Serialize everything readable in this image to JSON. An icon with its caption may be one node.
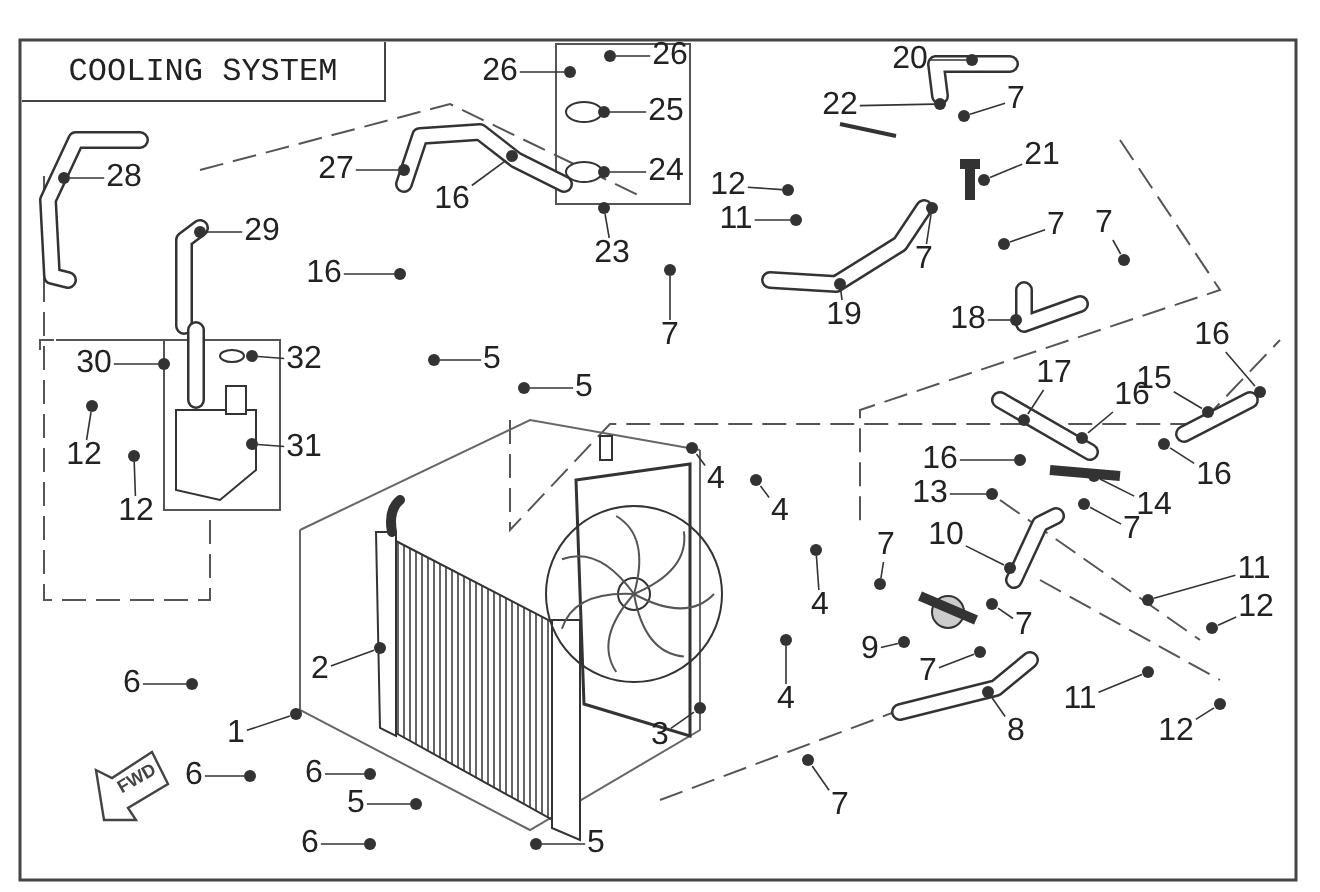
{
  "diagram": {
    "title": "COOLING SYSTEM",
    "nodes": [
      {
        "text": [
          "26"
        ]
      },
      {
        "text": [
          "26"
        ]
      },
      {
        "text": [
          "20"
        ]
      },
      {
        "text": [
          "25"
        ]
      },
      {
        "text": [
          "22"
        ]
      },
      {
        "text": [
          "7"
        ]
      },
      {
        "text": [
          "28"
        ]
      },
      {
        "text": [
          "27"
        ]
      },
      {
        "text": [
          "16"
        ]
      },
      {
        "text": [
          "24"
        ]
      },
      {
        "text": [
          "21"
        ]
      },
      {
        "text": [
          "12"
        ]
      },
      {
        "text": [
          "11"
        ]
      },
      {
        "text": [
          "29"
        ]
      },
      {
        "text": [
          "7"
        ]
      },
      {
        "text": [
          "7"
        ]
      },
      {
        "text": [
          "7"
        ]
      },
      {
        "text": [
          "23"
        ]
      },
      {
        "text": [
          "16"
        ]
      },
      {
        "text": [
          "19"
        ]
      },
      {
        "text": [
          "18"
        ]
      },
      {
        "text": [
          "7"
        ]
      },
      {
        "text": [
          "5"
        ]
      },
      {
        "text": [
          "5"
        ]
      },
      {
        "text": [
          "30"
        ]
      },
      {
        "text": [
          "32"
        ]
      },
      {
        "text": [
          "16"
        ]
      },
      {
        "text": [
          "17"
        ]
      },
      {
        "text": [
          "15"
        ]
      },
      {
        "text": [
          "16"
        ]
      },
      {
        "text": [
          "31"
        ]
      },
      {
        "text": [
          "12"
        ]
      },
      {
        "text": [
          "12"
        ]
      },
      {
        "text": [
          "4"
        ]
      },
      {
        "text": [
          "4"
        ]
      },
      {
        "text": [
          "4"
        ]
      },
      {
        "text": [
          "4"
        ]
      },
      {
        "text": [
          "16"
        ]
      },
      {
        "text": [
          "16"
        ]
      },
      {
        "text": [
          "14"
        ]
      },
      {
        "text": [
          "13"
        ]
      },
      {
        "text": [
          "7"
        ]
      },
      {
        "text": [
          "10"
        ]
      },
      {
        "text": [
          "7"
        ]
      },
      {
        "text": [
          "11"
        ]
      },
      {
        "text": [
          "7"
        ]
      },
      {
        "text": [
          "12"
        ]
      },
      {
        "text": [
          "9"
        ]
      },
      {
        "text": [
          "2"
        ]
      },
      {
        "text": [
          "6"
        ]
      },
      {
        "text": [
          "7"
        ]
      },
      {
        "text": [
          "1"
        ]
      },
      {
        "text": [
          "3"
        ]
      },
      {
        "text": [
          "8"
        ]
      },
      {
        "text": [
          "11"
        ]
      },
      {
        "text": [
          "12"
        ]
      },
      {
        "text": [
          "6"
        ]
      },
      {
        "text": [
          "6"
        ]
      },
      {
        "text": [
          "5"
        ]
      },
      {
        "text": [
          "7"
        ]
      },
      {
        "text": [
          "6"
        ]
      },
      {
        "text": [
          "5"
        ]
      },
      {
        "text": [],
        "shape": "circle"
      },
      {
        "text": [],
        "shape": "circle"
      },
      {
        "text": [],
        "shape": "circle"
      },
      {
        "text": [],
        "shape": "circle"
      },
      {
        "text": [],
        "shape": "circle"
      },
      {
        "text": [],
        "shape": "circle"
      },
      {
        "text": [],
        "shape": "circle"
      },
      {
        "text": [],
        "shape": "circle"
      },
      {
        "text": [],
        "shape": "circle"
      },
      {
        "text": [],
        "shape": "circle"
      },
      {
        "text": [],
        "shape": "circle"
      },
      {
        "text": [],
        "shape": "circle"
      },
      {
        "text": [],
        "shape": "circle"
      },
      {
        "text": [],
        "shape": "circle"
      },
      {
        "text": [],
        "shape": "circle"
      },
      {
        "text": [],
        "shape": "circle"
      },
      {
        "text": [],
        "shape": "circle"
      },
      {
        "text": [],
        "shape": "circle"
      },
      {
        "text": [],
        "shape": "circle"
      },
      {
        "text": [],
        "shape": "circle"
      },
      {
        "text": [],
        "shape": "circle"
      },
      {
        "text": [],
        "shape": "circle"
      },
      {
        "text": [],
        "shape": "circle"
      },
      {
        "text": [],
        "shape": "circle"
      },
      {
        "text": [],
        "shape": "circle"
      },
      {
        "text": [],
        "shape": "circle"
      },
      {
        "text": [],
        "shape": "circle"
      },
      {
        "text": [],
        "shape": "circle"
      },
      {
        "text": [],
        "shape": "circle"
      },
      {
        "text": [],
        "shape": "circle"
      },
      {
        "text": [],
        "shape": "circle"
      },
      {
        "text": [],
        "shape": "circle"
      },
      {
        "text": [],
        "shape": "circle"
      },
      {
        "text": [],
        "shape": "circle"
      },
      {
        "text": [],
        "shape": "circle"
      },
      {
        "text": [],
        "shape": "circle"
      },
      {
        "text": [],
        "shape": "circle"
      },
      {
        "text": [],
        "shape": "circle"
      },
      {
        "text": [],
        "shape": "circle"
      },
      {
        "text": [],
        "shape": "circle"
      },
      {
        "text": [],
        "shape": "circle"
      },
      {
        "text": [],
        "shape": "circle"
      },
      {
        "text": [],
        "shape": "circle"
      },
      {
        "text": [],
        "shape": "circle"
      },
      {
        "text": [],
        "shape": "circle"
      },
      {
        "text": [],
        "shape": "circle"
      },
      {
        "text": [],
        "shape": "circle"
      },
      {
        "text": [],
        "shape": "circle"
      },
      {
        "text": [],
        "shape": "circle"
      },
      {
        "text": [],
        "shape": "circle"
      },
      {
        "text": [],
        "shape": "circle"
      },
      {
        "text": [],
        "shape": "circle"
      },
      {
        "text": [],
        "shape": "circle"
      },
      {
        "text": [],
        "shape": "circle"
      },
      {
        "text": [],
        "shape": "circle"
      },
      {
        "text": [],
        "shape": "circle"
      },
      {
        "text": [],
        "shape": "circle"
      },
      {
        "text": [],
        "shape": "circle"
      },
      {
        "text": [],
        "shape": "circle"
      },
      {
        "text": [],
        "shape": "circle"
      },
      {
        "text": [],
        "shape": "circle"
      },
      {
        "text": [],
        "shape": "circle"
      }
    ],
    "edges": [
      {
        "from": 0,
        "to": 62,
        "arrow": "none"
      },
      {
        "from": 1,
        "to": 63,
        "arrow": "none"
      },
      {
        "from": 2,
        "to": 64,
        "arrow": "none"
      },
      {
        "from": 3,
        "to": 65,
        "arrow": "none"
      },
      {
        "from": 4,
        "to": 66,
        "arrow": "none"
      },
      {
        "from": 5,
        "to": 67,
        "arrow": "none"
      },
      {
        "from": 6,
        "to": 68,
        "arrow": "none"
      },
      {
        "from": 7,
        "to": 69,
        "arrow": "none"
      },
      {
        "from": 8,
        "to": 70,
        "arrow": "none"
      },
      {
        "from": 9,
        "to": 71,
        "arrow": "none"
      },
      {
        "from": 10,
        "to": 72,
        "arrow": "none"
      },
      {
        "from": 11,
        "to": 73,
        "arrow": "none"
      },
      {
        "from": 12,
        "to": 74,
        "arrow": "none"
      },
      {
        "from": 13,
        "to": 75,
        "arrow": "none"
      },
      {
        "from": 14,
        "to": 76,
        "arrow": "none"
      },
      {
        "from": 15,
        "to": 77,
        "arrow": "none"
      },
      {
        "from": 16,
        "to": 78,
        "arrow": "none"
      },
      {
        "from": 17,
        "to": 79,
        "arrow": "none"
      },
      {
        "from": 18,
        "to": 80,
        "arrow": "none"
      },
      {
        "from": 19,
        "to": 81,
        "arrow": "none"
      },
      {
        "from": 20,
        "to": 82,
        "arrow": "none"
      },
      {
        "from": 21,
        "to": 83,
        "arrow": "none"
      },
      {
        "from": 22,
        "to": 84,
        "arrow": "none"
      },
      {
        "from": 23,
        "to": 85,
        "arrow": "none"
      },
      {
        "from": 24,
        "to": 86,
        "arrow": "none"
      },
      {
        "from": 25,
        "to": 87,
        "arrow": "none"
      },
      {
        "from": 26,
        "to": 88,
        "arrow": "none"
      },
      {
        "from": 27,
        "to": 89,
        "arrow": "none"
      },
      {
        "from": 28,
        "to": 90,
        "arrow": "none"
      },
      {
        "from": 29,
        "to": 91,
        "arrow": "none"
      },
      {
        "from": 30,
        "to": 92,
        "arrow": "none"
      },
      {
        "from": 31,
        "to": 93,
        "arrow": "none"
      },
      {
        "from": 32,
        "to": 94,
        "arrow": "none"
      },
      {
        "from": 33,
        "to": 95,
        "arrow": "none"
      },
      {
        "from": 34,
        "to": 96,
        "arrow": "none"
      },
      {
        "from": 35,
        "to": 97,
        "arrow": "none"
      },
      {
        "from": 36,
        "to": 98,
        "arrow": "none"
      },
      {
        "from": 37,
        "to": 99,
        "arrow": "none"
      },
      {
        "from": 38,
        "to": 100,
        "arrow": "none"
      },
      {
        "from": 39,
        "to": 101,
        "arrow": "none"
      },
      {
        "from": 40,
        "to": 102,
        "arrow": "none"
      },
      {
        "from": 41,
        "to": 103,
        "arrow": "none"
      },
      {
        "from": 42,
        "to": 104,
        "arrow": "none"
      },
      {
        "from": 43,
        "to": 105,
        "arrow": "none"
      },
      {
        "from": 44,
        "to": 106,
        "arrow": "none"
      },
      {
        "from": 45,
        "to": 107,
        "arrow": "none"
      },
      {
        "from": 46,
        "to": 108,
        "arrow": "none"
      },
      {
        "from": 47,
        "to": 109,
        "arrow": "none"
      },
      {
        "from": 48,
        "to": 110,
        "arrow": "none"
      },
      {
        "from": 49,
        "to": 111,
        "arrow": "none"
      },
      {
        "from": 50,
        "to": 112,
        "arrow": "none"
      },
      {
        "from": 51,
        "to": 113,
        "arrow": "none"
      },
      {
        "from": 52,
        "to": 114,
        "arrow": "none"
      },
      {
        "from": 53,
        "to": 115,
        "arrow": "none"
      },
      {
        "from": 54,
        "to": 116,
        "arrow": "none"
      },
      {
        "from": 55,
        "to": 117,
        "arrow": "none"
      },
      {
        "from": 56,
        "to": 118,
        "arrow": "none"
      },
      {
        "from": 57,
        "to": 119,
        "arrow": "none"
      },
      {
        "from": 58,
        "to": 120,
        "arrow": "none"
      },
      {
        "from": 59,
        "to": 121,
        "arrow": "none"
      },
      {
        "from": 60,
        "to": 122,
        "arrow": "none"
      },
      {
        "from": 61,
        "to": 123,
        "arrow": "none"
      }
    ],
    "labels": [
      "FWD"
    ]
  }
}
